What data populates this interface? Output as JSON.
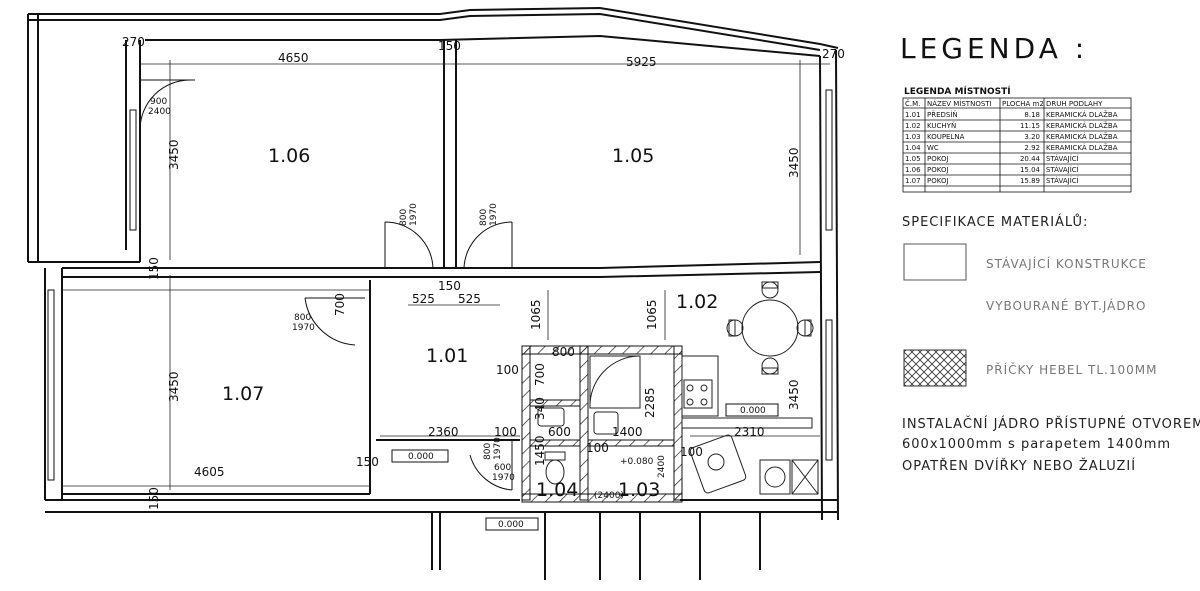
{
  "plan": {
    "rooms": [
      {
        "id": "1.06"
      },
      {
        "id": "1.05"
      },
      {
        "id": "1.07"
      },
      {
        "id": "1.01"
      },
      {
        "id": "1.02"
      },
      {
        "id": "1.04"
      },
      {
        "id": "1.03"
      }
    ],
    "dimensions": {
      "top_left_270": "270",
      "top_4650": "4650",
      "top_150": "150",
      "top_5925": "5925",
      "top_right_270": "270",
      "left_3450_top": "3450",
      "right_3450_top": "3450",
      "mid_150_left": "150",
      "mid_150_center": "150",
      "d_525a": "525",
      "d_525b": "525",
      "d_700": "700",
      "d_1065a": "1065",
      "d_1065b": "1065",
      "left_3450_bottom": "3450",
      "right_3450_bottom": "3450",
      "d_2360": "2360",
      "d_100a": "100",
      "d_100b": "100",
      "d_100c": "100",
      "d_1400": "1400",
      "d_2310": "2310",
      "d_4605": "4605",
      "d_150_lower": "150",
      "d_150_bottom": "150",
      "d_800_core": "800",
      "d_700_core": "700",
      "d_340": "340",
      "d_600_core": "600",
      "d_1450": "1450",
      "d_2285": "2285",
      "d_100_core": "100"
    },
    "door_labels": {
      "door_900": "900",
      "door_2400": "2400",
      "door_800a": "800",
      "door_1970a": "1970",
      "door_800b": "800",
      "door_1970b": "1970",
      "door_800c": "800",
      "door_1970c": "1970",
      "door_800d": "800",
      "door_1970d": "1970",
      "door_600": "600",
      "door_1970e": "1970"
    },
    "levels": {
      "level_1_07": "0.000",
      "level_1_02": "0.000",
      "level_entry": "0.000",
      "level_core": "+0.080",
      "level_2400a": "2400",
      "level_2400b": "(2400)"
    }
  },
  "legend": {
    "title": "LEGENDA :",
    "rooms_title": "LEGENDA MÍSTNOSTÍ",
    "table_headers": [
      "Č.M.",
      "NÁZEV MÍSTNOSTI",
      "PLOCHA m2",
      "DRUH PODLAHY"
    ],
    "table_rows": [
      [
        "1.01",
        "PŘEDSÍŇ",
        "8.18",
        "KERAMICKÁ DLAŽBA"
      ],
      [
        "1.02",
        "KUCHYŇ",
        "11.15",
        "KERAMICKÁ DLAŽBA"
      ],
      [
        "1.03",
        "KOUPELNA",
        "3.20",
        "KERAMICKÁ DLAŽBA"
      ],
      [
        "1.04",
        "WC",
        "2.92",
        "KERAMICKÁ DLAŽBA"
      ],
      [
        "1.05",
        "POKOJ",
        "20.44",
        "STÁVAJÍCÍ"
      ],
      [
        "1.06",
        "POKOJ",
        "15.04",
        "STÁVAJÍCÍ"
      ],
      [
        "1.07",
        "POKOJ",
        "15.89",
        "STÁVAJÍCÍ"
      ]
    ],
    "materials_title": "SPECIFIKACE MATERIÁLŮ:",
    "material_existing": "STÁVAJÍCÍ KONSTRUKCE",
    "material_removed": "VYBOURANÉ BYT.JÁDRO",
    "material_hebel": "PŘÍČKY HEBEL TL.100MM",
    "note_line1": "INSTALAČNÍ JÁDRO PŘÍSTUPNÉ OTVOREM",
    "note_line2": "600x1000mm s parapetem 1400mm",
    "note_line3": "OPATŘEN DVÍŘKY NEBO ŽALUZIÍ"
  }
}
